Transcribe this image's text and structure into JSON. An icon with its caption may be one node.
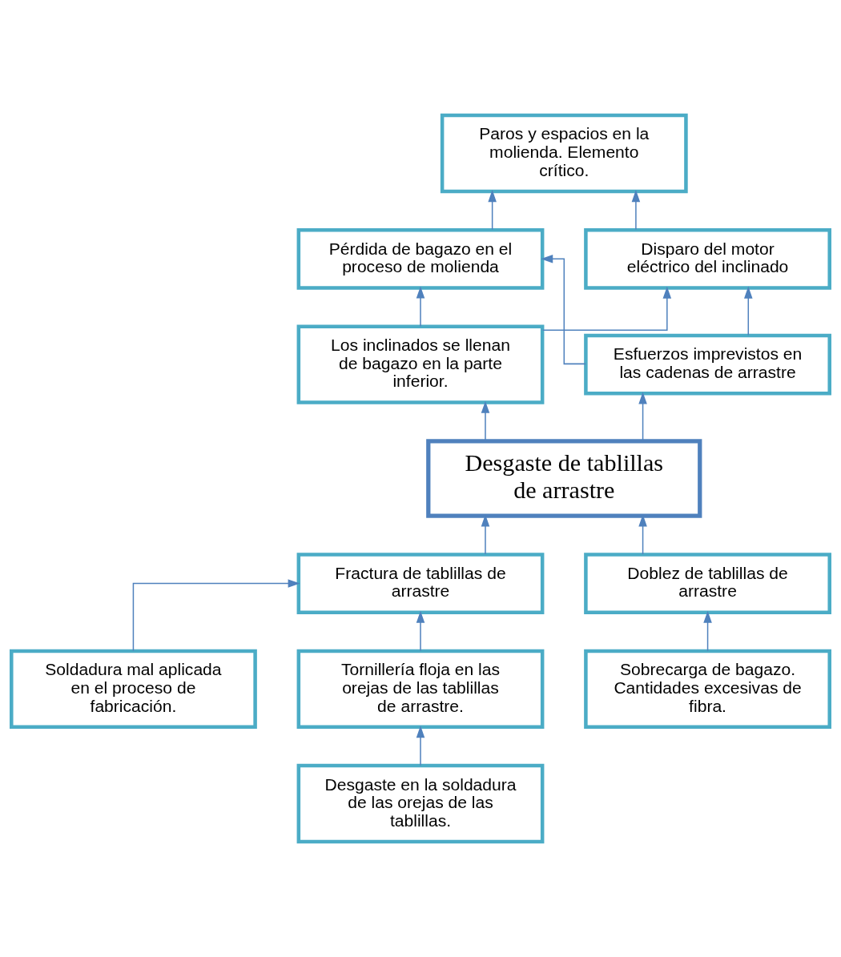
{
  "diagram": {
    "nodes": [
      {
        "text": [
          "Paros y espacios en la molienda. Elemento crítico."
        ]
      },
      {
        "text": [
          "Pérdida de bagazo en el proceso de molienda"
        ]
      },
      {
        "text": [
          "Disparo del motor eléctrico del inclinado"
        ]
      },
      {
        "text": [
          "Los inclinados se llenan de bagazo en la parte inferior."
        ]
      },
      {
        "text": [
          "Esfuerzos imprevistos en las cadenas de arrastre"
        ]
      },
      {
        "text": [
          "Desgaste de tablillas de arrastre"
        ]
      },
      {
        "text": [
          "Fractura de tablillas de arrastre"
        ]
      },
      {
        "text": [
          "Doblez de tablillas de arrastre"
        ]
      },
      {
        "text": [
          "Soldadura mal aplicada en el proceso de fabricación."
        ]
      },
      {
        "text": [
          "Tornillería floja en las orejas de las tablillas de arrastre."
        ]
      },
      {
        "text": [
          "Sobrecarga de bagazo. Cantidades excesivas de fibra."
        ]
      },
      {
        "text": [
          "Desgaste en la soldadura de las orejas de las tablillas."
        ]
      }
    ],
    "edges": [
      {
        "from": 1,
        "to": 0,
        "arrow": "to"
      },
      {
        "from": 2,
        "to": 0,
        "arrow": "to"
      },
      {
        "from": 3,
        "to": 1,
        "arrow": "to"
      },
      {
        "from": 4,
        "to": 2,
        "arrow": "to"
      },
      {
        "from": 3,
        "to": 2,
        "arrow": "to"
      },
      {
        "from": 4,
        "to": 1,
        "arrow": "to"
      },
      {
        "from": 5,
        "to": 3,
        "arrow": "to"
      },
      {
        "from": 5,
        "to": 4,
        "arrow": "to"
      },
      {
        "from": 6,
        "to": 5,
        "arrow": "to"
      },
      {
        "from": 7,
        "to": 5,
        "arrow": "to"
      },
      {
        "from": 8,
        "to": 6,
        "arrow": "to"
      },
      {
        "from": 9,
        "to": 6,
        "arrow": "to"
      },
      {
        "from": 10,
        "to": 7,
        "arrow": "to"
      },
      {
        "from": 11,
        "to": 9,
        "arrow": "to"
      }
    ]
  }
}
